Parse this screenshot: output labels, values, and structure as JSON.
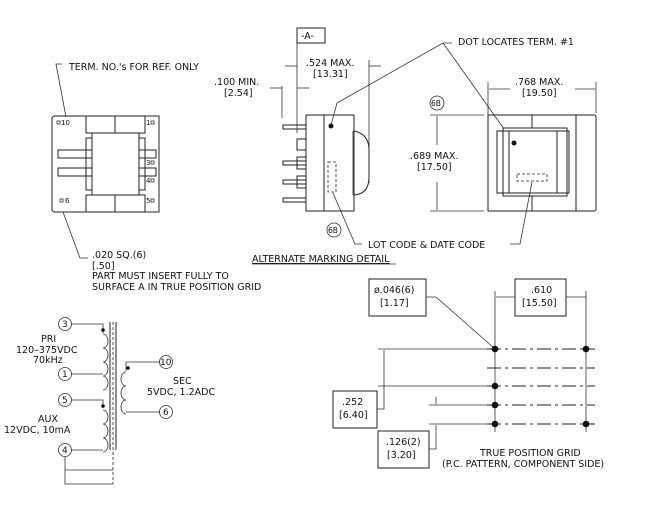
{
  "top_view": {
    "note_term": "TERM. NO.'s FOR REF. ONLY",
    "pins": [
      "10",
      "1",
      "3",
      "4",
      "6",
      "5"
    ],
    "note_pin_size": ".020 SQ.(6)",
    "note_pin_size_mm": "[.50]",
    "note_insert_1": "PART MUST INSERT FULLY TO",
    "note_insert_2": "SURFACE A IN TRUE POSITION GRID"
  },
  "side_view": {
    "datum_label": "-A-",
    "min_dim": ".100 MIN.",
    "min_dim_mm": "[2.54]",
    "depth_dim": ".524 MAX.",
    "depth_dim_mm": "[13.31]",
    "marker": "6B"
  },
  "end_view": {
    "note_dot": "DOT LOCATES TERM. #1",
    "width_dim": ".768 MAX.",
    "width_dim_mm": "[19.50]",
    "height_dim": ".689 MAX.",
    "height_dim_mm": "[17.50]",
    "marker": "6B"
  },
  "marking": {
    "note_lot": "LOT CODE & DATE CODE",
    "detail_title": "ALTERNATE MARKING DETAIL"
  },
  "schematic": {
    "pri_label": "PRI",
    "pri_voltage": "120–375VDC",
    "pri_freq": "70kHz",
    "pri_pin_start": "3",
    "pri_pin_end": "1",
    "aux_label": "AUX",
    "aux_rating": "12VDC, 10mA",
    "aux_pin_start": "5",
    "aux_pin_end": "4",
    "sec_label": "SEC",
    "sec_rating": "5VDC, 1.2ADC",
    "sec_pin_start": "10",
    "sec_pin_end": "6"
  },
  "grid": {
    "hole_dim": "ø.046(6)",
    "hole_dim_mm": "[1.17]",
    "col_spacing": ".610",
    "col_spacing_mm": "[15.50]",
    "row_spacing": ".252",
    "row_spacing_mm": "[6.40]",
    "pitch": ".126(2)",
    "pitch_mm": "[3.20]",
    "title": "TRUE POSITION GRID",
    "subtitle": "(P.C. PATTERN, COMPONENT SIDE)"
  }
}
